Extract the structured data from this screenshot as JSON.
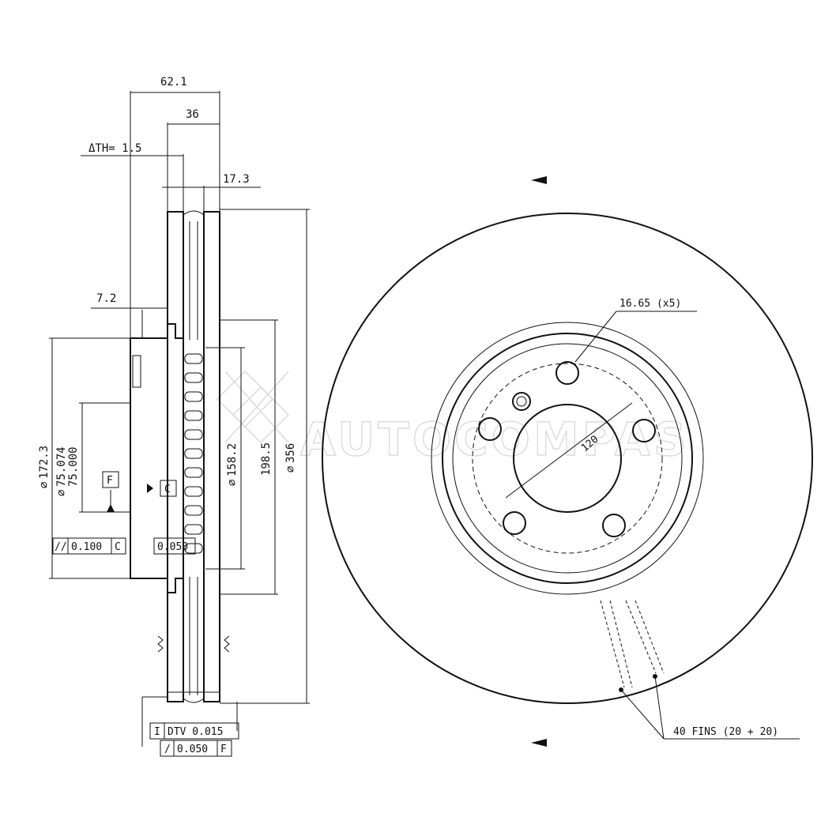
{
  "watermark": "AUTOCOMPAS",
  "section": {
    "overall_width": "62.1",
    "hat_width": "36",
    "thickness_variation_label": "ΔTH= 1.5",
    "disc_thickness": "17.3",
    "offset": "7.2",
    "outer_diameter": "356",
    "inner_diameter_1": "158.2",
    "inner_diameter_2": "198.5",
    "hub_diameter": "172.3",
    "center_bore_max": "75.074",
    "center_bore_min": "75.000",
    "diameter_symbol": "∅",
    "datum_f": "F",
    "datum_c": "C",
    "parallelism_symbol": "//",
    "parallelism_value": "0.100",
    "parallelism_datum": "C",
    "flatness_value": "0.050",
    "dtv_symbol": "I",
    "dtv_label": "DTV 0.015",
    "runout_symbol": "/",
    "runout_value": "0.050",
    "runout_datum": "F"
  },
  "front_view": {
    "bolt_hole_label": "16.65 (x5)",
    "pcd_label": "120",
    "fins_label": "40 FINS (20 + 20)"
  }
}
